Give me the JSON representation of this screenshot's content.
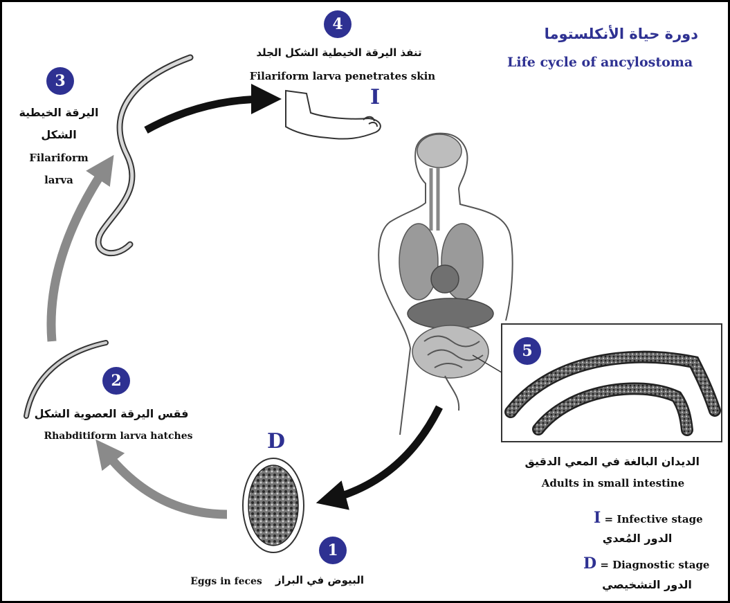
{
  "title": {
    "arabic": "دورة حياة الأنكلستوما",
    "english": "Life cycle of ancylostoma"
  },
  "stages": [
    {
      "number": "1",
      "arabic": "البيوض في البراز",
      "english": "Eggs in feces"
    },
    {
      "number": "2",
      "arabic": "فقس اليرقة العصوية الشكل",
      "english": "Rhabditiform larva hatches"
    },
    {
      "number": "3",
      "arabic_line1": "اليرقة الخيطية",
      "arabic_line2": "الشكل",
      "english_line1": "Filariform",
      "english_line2": "larva"
    },
    {
      "number": "4",
      "arabic": "تنفذ اليرقة الخيطية الشكل الجلد",
      "english": "Filariform larva penetrates skin"
    },
    {
      "number": "5",
      "arabic": "الديدان البالغة في المعي الدقيق",
      "english": "Adults in small intestine"
    }
  ],
  "markers": {
    "infective_letter": "I",
    "diagnostic_letter": "D"
  },
  "legend": {
    "infective": {
      "letter": "I",
      "text": "= Infective stage",
      "arabic": "الدور المُعدي"
    },
    "diagnostic": {
      "letter": "D",
      "text": "= Diagnostic stage",
      "arabic": "الدور التشخيصي"
    }
  },
  "colors": {
    "accent": "#2e3192",
    "arrow_dark": "#111111",
    "arrow_grey": "#8a8a8a"
  }
}
